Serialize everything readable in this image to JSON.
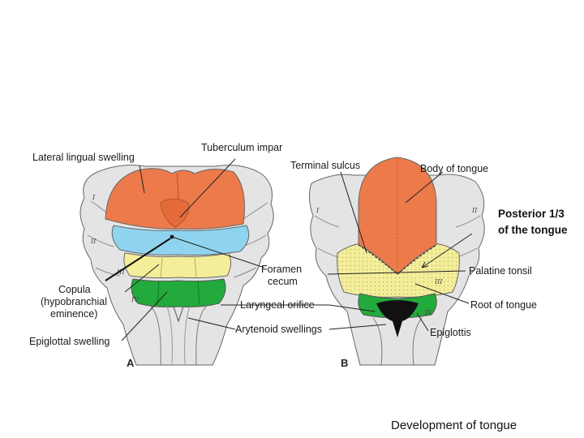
{
  "caption": "Development of tongue",
  "panel_a": {
    "letter": "A",
    "labels": {
      "lateral_lingual_swelling": "Lateral lingual swelling",
      "tuberculum_impar": "Tuberculum impar",
      "foramen_line1": "Foramen",
      "foramen_line2": "cecum",
      "copula_line1": "Copula",
      "copula_line2": "(hypobranchial",
      "copula_line3": "eminence)",
      "epiglottal_swelling": "Epiglottal swelling"
    },
    "arch_numerals": [
      "I",
      "II",
      "III",
      "IV"
    ]
  },
  "panel_b": {
    "letter": "B",
    "labels": {
      "terminal_sulcus": "Terminal sulcus",
      "body_of_tongue": "Body of tongue",
      "posterior_line1": "Posterior 1/3",
      "posterior_line2": "of the tongue",
      "palatine_tonsil": "Palatine tonsil",
      "root_of_tongue": "Root of tongue",
      "epiglottis": "Epiglottis"
    },
    "arch_numerals": [
      "I",
      "II",
      "III",
      "IV"
    ]
  },
  "shared_labels": {
    "laryngeal_orifice": "Laryngeal orifice",
    "arytenoid_swellings": "Arytenoid swellings"
  },
  "colors": {
    "orange": "#ec7a4a",
    "blue": "#8fd4ee",
    "yellow": "#f4ee9a",
    "green": "#22aa3c",
    "gray": "#e2e2e2",
    "outline": "#555555"
  }
}
